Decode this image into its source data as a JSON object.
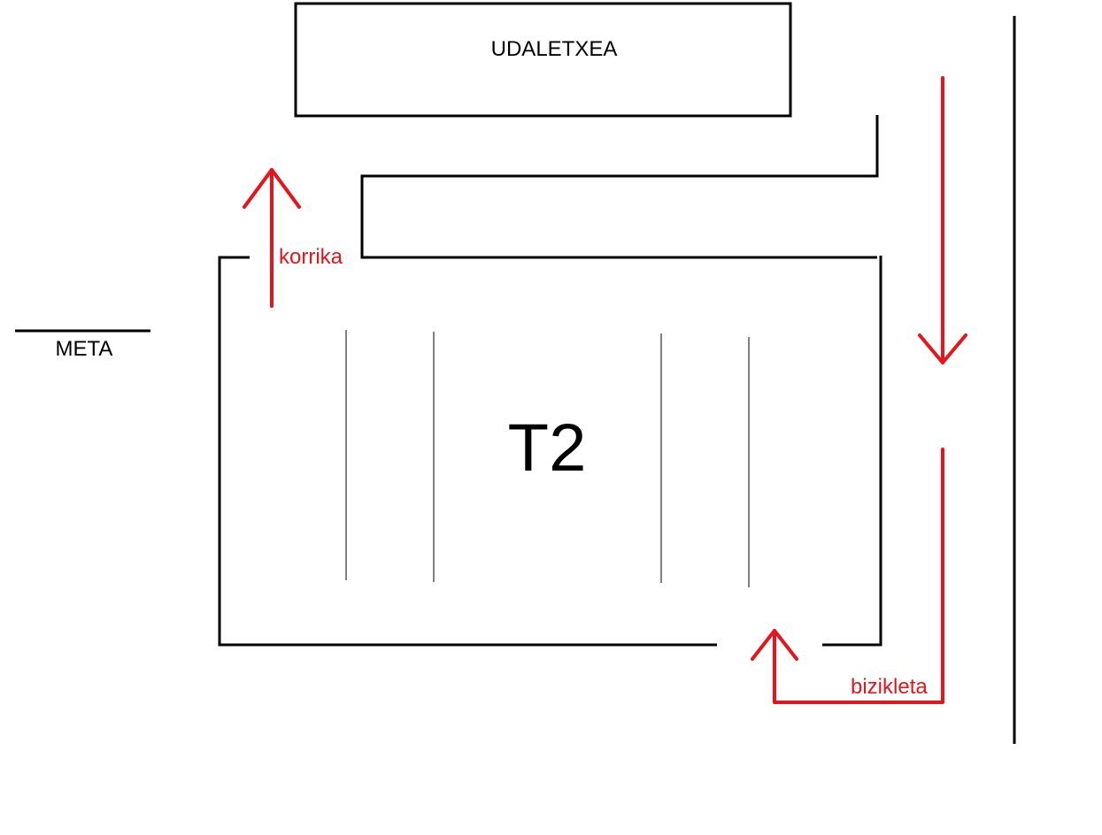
{
  "labels": {
    "town_hall": "UDALETXEA",
    "finish": "META",
    "transition_zone": "T2",
    "run": "korrika",
    "bike": "bizikleta"
  },
  "colors": {
    "outline": "#000000",
    "route": "#e8141b",
    "background": "#ffffff"
  }
}
